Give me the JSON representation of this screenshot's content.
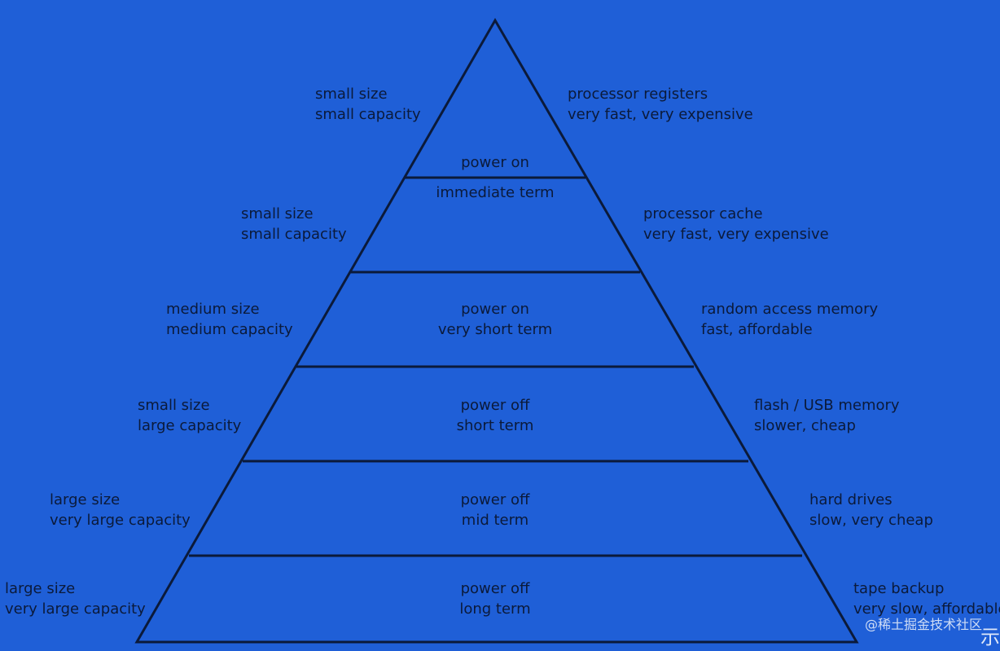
{
  "levels": [
    {
      "left": [
        "small size",
        "small capacity"
      ],
      "center": [
        "power on"
      ],
      "right": [
        "processor registers",
        "very fast, very expensive"
      ]
    },
    {
      "left": [
        "small size",
        "small capacity"
      ],
      "center": [
        "immediate term"
      ],
      "right": [
        "processor cache",
        "very fast, very expensive"
      ]
    },
    {
      "left": [
        "medium size",
        "medium capacity"
      ],
      "center": [
        "power on",
        "very short term"
      ],
      "right": [
        "random access memory",
        "fast, affordable"
      ]
    },
    {
      "left": [
        "small size",
        "large capacity"
      ],
      "center": [
        "power off",
        "short term"
      ],
      "right": [
        "flash / USB memory",
        "slower, cheap"
      ]
    },
    {
      "left": [
        "large size",
        "very large capacity"
      ],
      "center": [
        "power off",
        "mid term"
      ],
      "right": [
        "hard drives",
        "slow, very cheap"
      ]
    },
    {
      "left": [
        "large size",
        "very large capacity"
      ],
      "center": [
        "power off",
        "long term"
      ],
      "right": [
        "tape backup",
        "very slow, affordable"
      ]
    }
  ],
  "watermark": {
    "text": "@稀土掘金技术社区",
    "glyph": "示"
  }
}
